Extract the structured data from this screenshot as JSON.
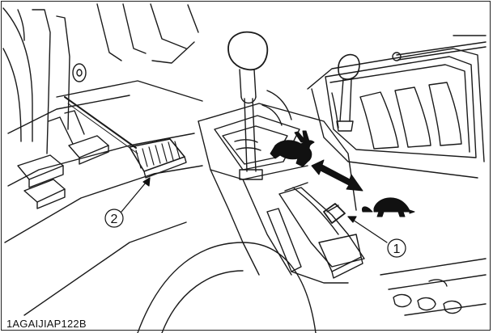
{
  "figure": {
    "code": "1AGAIJIAP122B"
  },
  "callouts": [
    {
      "id": "1",
      "label": "1"
    },
    {
      "id": "2",
      "label": "2"
    }
  ],
  "icons": {
    "fast": "rabbit-icon",
    "slow": "turtle-icon",
    "direction": "double-arrow-icon"
  },
  "colors": {
    "line": "#1a1a1a",
    "background": "#ffffff"
  }
}
